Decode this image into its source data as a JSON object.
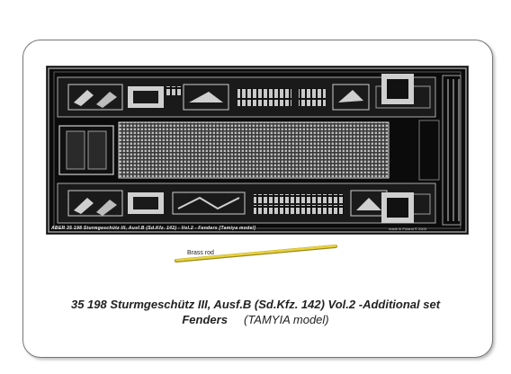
{
  "fret": {
    "label": "ABER  35 198  Sturmgeschütz III, Ausf.B (Sd.Kfz. 142) - Vol.2 - Fenders  [Tamiya model]",
    "made_in": "made in Poland   © 2005"
  },
  "rod": {
    "label": "Brass rod"
  },
  "caption": {
    "line1": "35 198   Sturmgeschütz III, Ausf.B (Sd.Kfz. 142)  Vol.2 -Additional set",
    "line2_bold": "Fenders",
    "line2_normal": "(TAMYIA model)"
  },
  "colors": {
    "brass": "#e8d23a",
    "fret_bg": "#0b0b0b",
    "metal": "#c9c9c9"
  }
}
